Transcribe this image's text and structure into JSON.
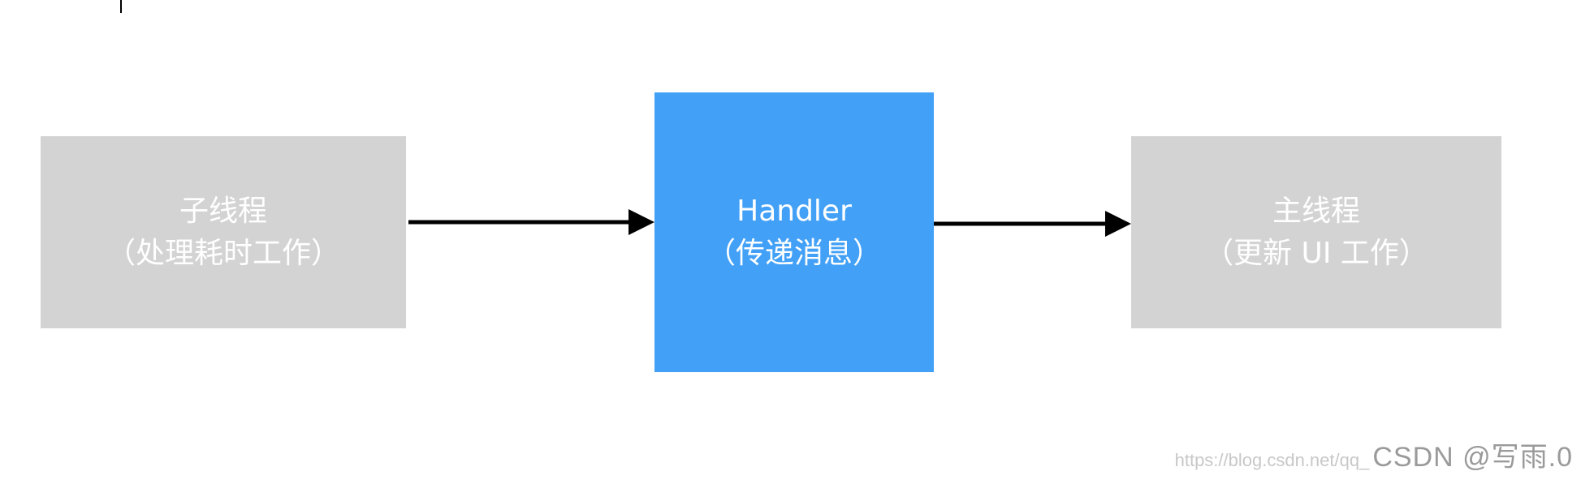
{
  "diagram": {
    "nodes": [
      {
        "id": "worker",
        "title": "子线程",
        "subtitle": "（处理耗时工作）",
        "color": "#d3d3d3"
      },
      {
        "id": "handler",
        "title": "Handler",
        "subtitle": "（传递消息）",
        "color": "#42a0f7"
      },
      {
        "id": "main",
        "title": "主线程",
        "subtitle": "（更新 UI 工作）",
        "color": "#d3d3d3"
      }
    ],
    "edges": [
      {
        "from": "worker",
        "to": "handler"
      },
      {
        "from": "handler",
        "to": "main"
      }
    ],
    "arrow_color": "#000000"
  },
  "watermark": {
    "url": "https://blog.csdn.net/qq_",
    "text": "CSDN @写雨.0"
  }
}
